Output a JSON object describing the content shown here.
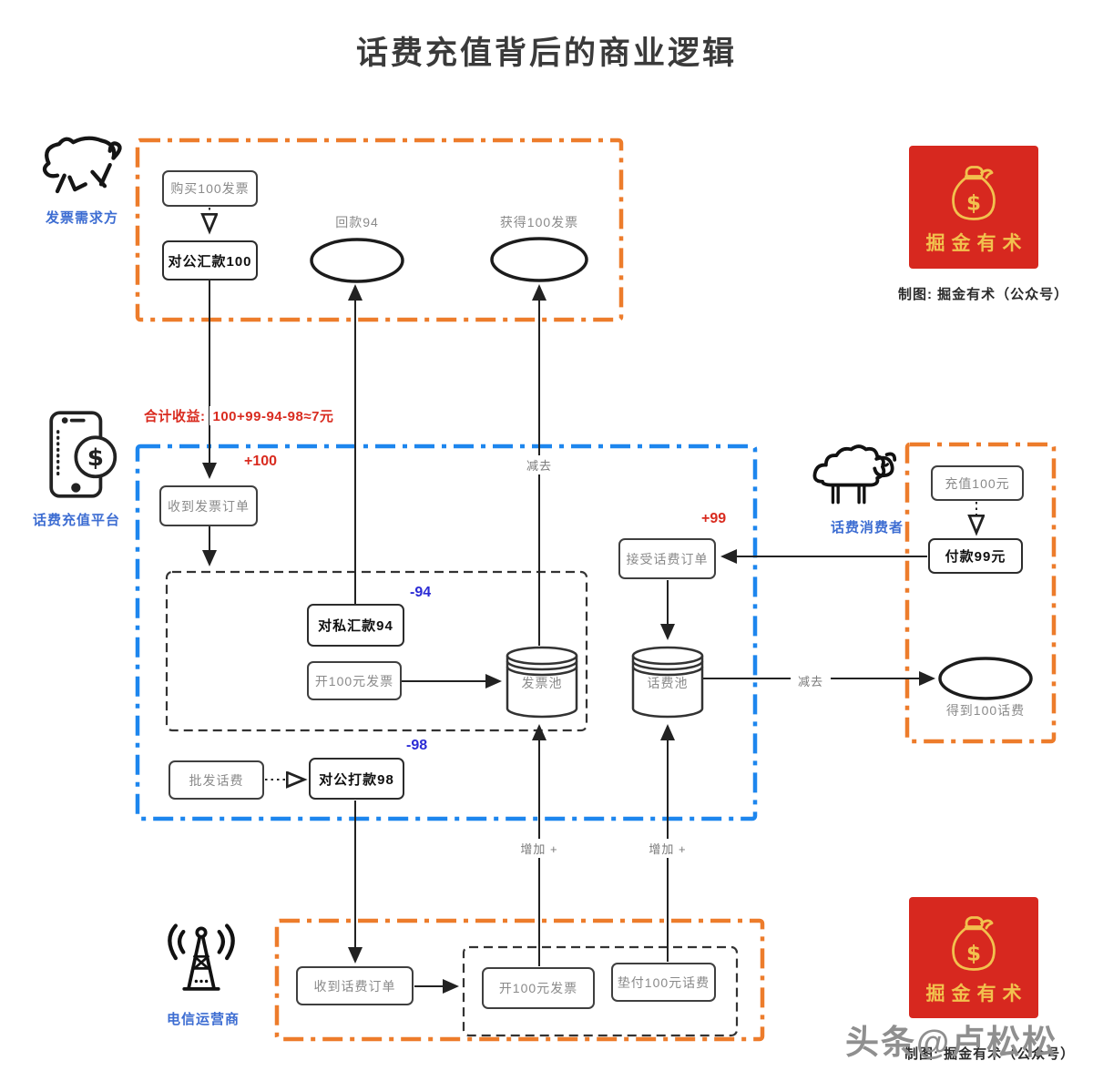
{
  "title": "话费充值背后的商业逻辑",
  "watermark": "头条@卢松松",
  "brand": {
    "name": "掘金有术",
    "caption": "制图: 掘金有术（公众号）"
  },
  "actors": {
    "invoice_demander": "发票需求方",
    "platform": "话费充值平台",
    "consumer": "话费消费者",
    "telecom": "电信运营商"
  },
  "profit": {
    "label": "合计收益:",
    "formula": "100+99-94-98≈7元"
  },
  "nodes": {
    "buy_invoice": "购买100发票",
    "corporate_remit_100": "对公汇款100",
    "refund_94": "回款94",
    "get_100_invoice": "获得100发票",
    "recv_invoice_order": "收到发票订单",
    "private_remit_94": "对私汇款94",
    "issue_100_invoice_mid": "开100元发票",
    "invoice_pool": "发票池",
    "credit_pool": "话费池",
    "accept_credit_order": "接受话费订单",
    "wholesale_credit": "批发话费",
    "corporate_pay_98": "对公打款98",
    "recv_credit_order": "收到话费订单",
    "issue_100_invoice_btm": "开100元发票",
    "advance_100_credit": "垫付100元话费",
    "recharge_100": "充值100元",
    "pay_99": "付款99元",
    "get_100_credit": "得到100话费"
  },
  "annotations": {
    "plus100": "+100",
    "plus99": "+99",
    "minus94": "-94",
    "minus98": "-98",
    "subtract_top": "减去",
    "subtract_right": "减去",
    "increase_left": "增加 +",
    "increase_right": "增加 +"
  },
  "colors": {
    "frame_orange": "#ED7C2B",
    "frame_blue": "#1D86EE",
    "highlight_red": "#D92B1F",
    "number_blue": "#2B2BD5",
    "actor_blue": "#3D6DD2",
    "brand_red": "#D7281F",
    "brand_gold": "#F2C14E"
  }
}
